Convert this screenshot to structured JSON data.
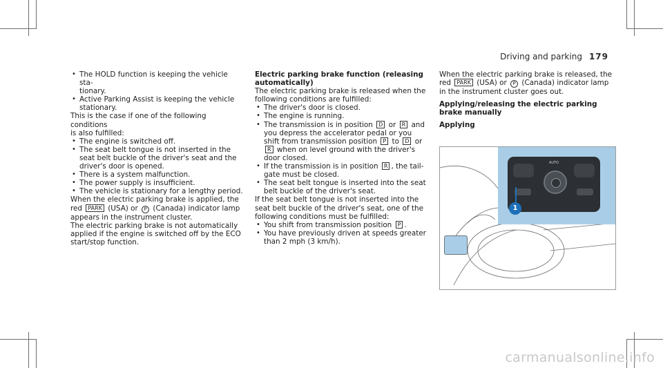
{
  "header": {
    "section": "Driving and parking",
    "page_number": "179"
  },
  "col1": {
    "bullets_a": [
      "The HOLD function is keeping the vehicle sta-\ntionary.",
      "Active Parking Assist is keeping the vehicle\nstationary."
    ],
    "para1": "This is the case if one of the following conditions\nis also fulfilled:",
    "bullets_b": [
      "The engine is switched off.",
      "The seat belt tongue is not inserted in the\nseat belt buckle of the driver's seat and the\ndriver's door is opened.",
      "There is a system malfunction.",
      "The power supply is insufficient.",
      "The vehicle is stationary for a lengthy period."
    ],
    "para2_pre": "When the electric parking brake is applied, the\nred",
    "park_symbol": "PARK",
    "para2_usa": " (USA) or",
    "p_symbol": "P",
    "para2_post": " (Canada) indicator lamp\nappears in the instrument cluster.",
    "para3": "The electric parking brake is not automatically\napplied if the engine is switched off by the ECO\nstart/stop function."
  },
  "col2": {
    "heading": "Electric parking brake function (releasing\nautomatically)",
    "intro": "The electric parking brake is released when the\nfollowing conditions are fulfilled:",
    "b1": "The driver's door is closed.",
    "b2": "The engine is running.",
    "b3_1": "The transmission is in position",
    "gear_d": "D",
    "b3_or": " or",
    "gear_r": "R",
    "b3_2": " and\nyou depress the accelerator pedal or you\nshift from transmission position",
    "gear_p": "P",
    "b3_to": " to",
    "b3_or2": " or",
    "b3_3": " when on level ground with the driver's\ndoor closed.",
    "b4_1": "If the transmission is in position",
    "b4_2": ", the tail-\ngate must be closed.",
    "b5": "The seat belt tongue is inserted into the seat\nbelt buckle of the driver's seat.",
    "para": "If the seat belt tongue is not inserted into the\nseat belt buckle of the driver's seat, one of the\nfollowing conditions must be fulfilled:",
    "b6_1": "You shift from transmission position",
    "b6_2": ".",
    "b7": "You have previously driven at speeds greater\nthan 2 mph (3 km/h)."
  },
  "col3": {
    "para_pre": "When the electric parking brake is released, the\nred",
    "para_usa": " (USA) or",
    "para_post": " (Canada) indicator lamp\nin the instrument cluster goes out.",
    "heading": "Applying/releasing the electric parking\nbrake manually",
    "subheading": "Applying",
    "figure": {
      "callout_label": "1",
      "panel_label": "AUTO"
    }
  },
  "watermark": "carmanualsonline.info",
  "colors": {
    "callout": "#1d6fb8",
    "inset_bg": "#a9cde6",
    "panel": "#2c2f33"
  }
}
